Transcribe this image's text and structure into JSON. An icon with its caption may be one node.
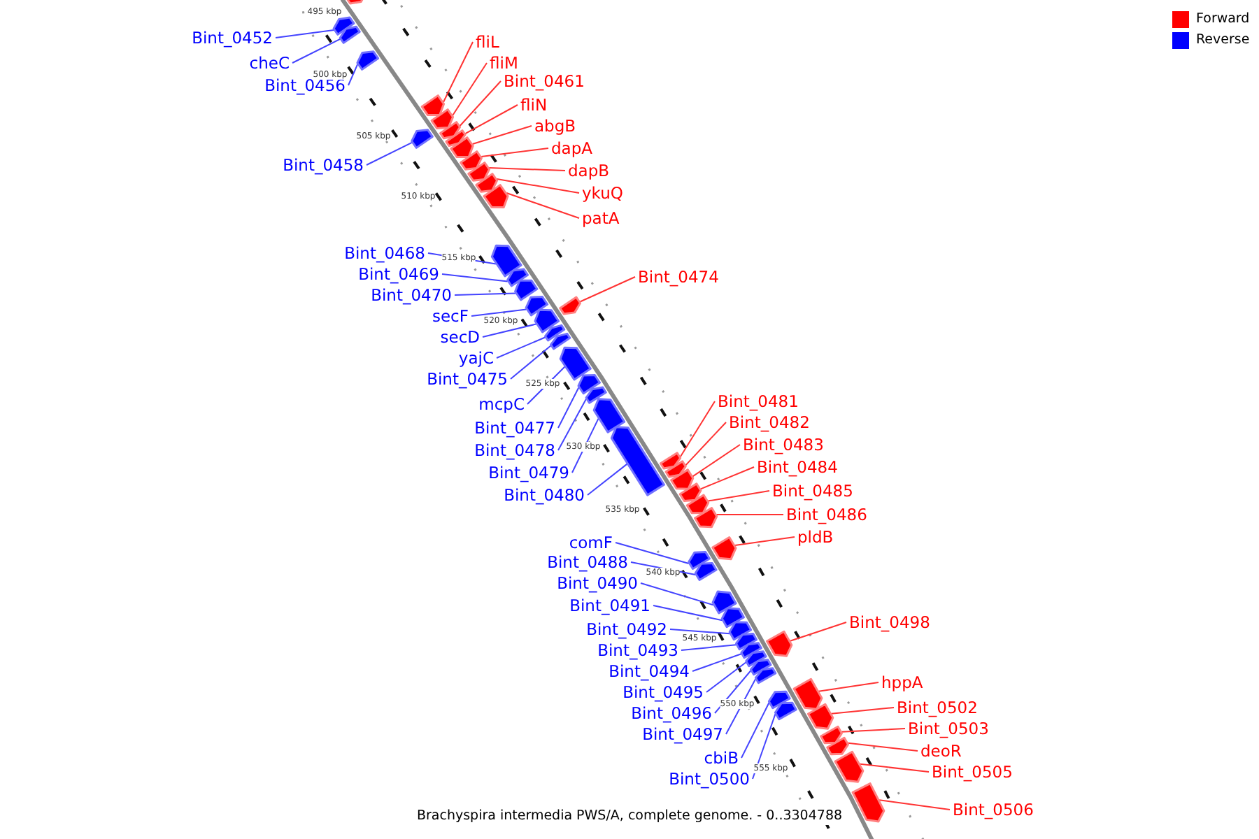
{
  "diagram": {
    "caption": "Brachyspira intermedia PWS/A, complete genome. - 0..3304788",
    "nodes": [
      {
        "text": [
          "Bint_0452"
        ]
      },
      {
        "text": [],
        "shape": "bar"
      },
      {
        "text": [
          "cheC"
        ]
      },
      {
        "text": [],
        "shape": "bar"
      },
      {
        "text": [
          "Bint_0456"
        ]
      },
      {
        "text": [],
        "shape": "bar"
      },
      {
        "text": [
          "Bint_0458"
        ]
      },
      {
        "text": [],
        "shape": "bar"
      },
      {
        "text": [
          "fliL"
        ]
      },
      {
        "text": [],
        "shape": "bar"
      },
      {
        "text": [
          "fliM"
        ]
      },
      {
        "text": [],
        "shape": "bar"
      },
      {
        "text": [
          "Bint_0461"
        ]
      },
      {
        "text": [],
        "shape": "bar"
      },
      {
        "text": [
          "fliN"
        ]
      },
      {
        "text": [],
        "shape": "bar"
      },
      {
        "text": [
          "abgB"
        ]
      },
      {
        "text": [],
        "shape": "bar"
      },
      {
        "text": [
          "dapA"
        ]
      },
      {
        "text": [],
        "shape": "bar"
      },
      {
        "text": [
          "dapB"
        ]
      },
      {
        "text": [],
        "shape": "bar"
      },
      {
        "text": [
          "ykuQ"
        ]
      },
      {
        "text": [],
        "shape": "bar"
      },
      {
        "text": [
          "patA"
        ]
      },
      {
        "text": [],
        "shape": "bar"
      },
      {
        "text": [
          "Bint_0468"
        ]
      },
      {
        "text": [],
        "shape": "bar"
      },
      {
        "text": [
          "Bint_0469"
        ]
      },
      {
        "text": [],
        "shape": "bar"
      },
      {
        "text": [
          "Bint_0470"
        ]
      },
      {
        "text": [],
        "shape": "bar"
      },
      {
        "text": [
          "secF"
        ]
      },
      {
        "text": [],
        "shape": "bar"
      },
      {
        "text": [
          "secD"
        ]
      },
      {
        "text": [],
        "shape": "bar"
      },
      {
        "text": [
          "yajC"
        ]
      },
      {
        "text": [],
        "shape": "bar"
      },
      {
        "text": [
          "Bint_0475"
        ]
      },
      {
        "text": [],
        "shape": "bar"
      },
      {
        "text": [
          "Bint_0474"
        ]
      },
      {
        "text": [],
        "shape": "bar"
      },
      {
        "text": [
          "mcpC"
        ]
      },
      {
        "text": [],
        "shape": "bar"
      },
      {
        "text": [
          "Bint_0477"
        ]
      },
      {
        "text": [],
        "shape": "bar"
      },
      {
        "text": [
          "Bint_0478"
        ]
      },
      {
        "text": [],
        "shape": "bar"
      },
      {
        "text": [
          "Bint_0479"
        ]
      },
      {
        "text": [],
        "shape": "bar"
      },
      {
        "text": [
          "Bint_0480"
        ]
      },
      {
        "text": [],
        "shape": "bar"
      },
      {
        "text": [
          "Bint_0481"
        ]
      },
      {
        "text": [],
        "shape": "bar"
      },
      {
        "text": [
          "Bint_0482"
        ]
      },
      {
        "text": [],
        "shape": "bar"
      },
      {
        "text": [
          "Bint_0483"
        ]
      },
      {
        "text": [],
        "shape": "bar"
      },
      {
        "text": [
          "Bint_0484"
        ]
      },
      {
        "text": [],
        "shape": "bar"
      },
      {
        "text": [
          "Bint_0485"
        ]
      },
      {
        "text": [],
        "shape": "bar"
      },
      {
        "text": [
          "Bint_0486"
        ]
      },
      {
        "text": [],
        "shape": "bar"
      },
      {
        "text": [
          "pldB"
        ]
      },
      {
        "text": [],
        "shape": "bar"
      },
      {
        "text": [
          "comF"
        ]
      },
      {
        "text": [],
        "shape": "bar"
      },
      {
        "text": [
          "Bint_0488"
        ]
      },
      {
        "text": [],
        "shape": "bar"
      },
      {
        "text": [
          "Bint_0490"
        ]
      },
      {
        "text": [],
        "shape": "bar"
      },
      {
        "text": [
          "Bint_0491"
        ]
      },
      {
        "text": [],
        "shape": "bar"
      },
      {
        "text": [
          "Bint_0492"
        ]
      },
      {
        "text": [],
        "shape": "bar"
      },
      {
        "text": [
          "Bint_0493"
        ]
      },
      {
        "text": [],
        "shape": "bar"
      },
      {
        "text": [
          "Bint_0494"
        ]
      },
      {
        "text": [],
        "shape": "bar"
      },
      {
        "text": [
          "Bint_0495"
        ]
      },
      {
        "text": [],
        "shape": "bar"
      },
      {
        "text": [
          "Bint_0496"
        ]
      },
      {
        "text": [],
        "shape": "bar"
      },
      {
        "text": [
          "Bint_0497"
        ]
      },
      {
        "text": [],
        "shape": "bar"
      },
      {
        "text": [
          "Bint_0498"
        ]
      },
      {
        "text": [],
        "shape": "bar"
      },
      {
        "text": [
          "cbiB"
        ]
      },
      {
        "text": [],
        "shape": "bar"
      },
      {
        "text": [
          "Bint_0500"
        ]
      },
      {
        "text": [],
        "shape": "bar"
      },
      {
        "text": [
          "hppA"
        ]
      },
      {
        "text": [],
        "shape": "bar"
      },
      {
        "text": [
          "Bint_0502"
        ]
      },
      {
        "text": [],
        "shape": "bar"
      },
      {
        "text": [
          "Bint_0503"
        ]
      },
      {
        "text": [],
        "shape": "bar"
      },
      {
        "text": [
          "deoR"
        ]
      },
      {
        "text": [],
        "shape": "bar"
      },
      {
        "text": [
          "Bint_0505"
        ]
      },
      {
        "text": [],
        "shape": "bar"
      },
      {
        "text": [
          "Bint_0506"
        ]
      },
      {
        "text": [],
        "shape": "bar"
      },
      {
        "text": [],
        "shape": "bar"
      }
    ],
    "edges": [
      {
        "from": 0,
        "to": 1,
        "arrow": "none"
      },
      {
        "from": 2,
        "to": 3,
        "arrow": "none"
      },
      {
        "from": 4,
        "to": 5,
        "arrow": "none"
      },
      {
        "from": 6,
        "to": 7,
        "arrow": "none"
      },
      {
        "from": 8,
        "to": 9,
        "arrow": "none",
        "color": "#ff3333"
      },
      {
        "from": 10,
        "to": 11,
        "arrow": "none",
        "color": "#ff3333"
      },
      {
        "from": 12,
        "to": 13,
        "arrow": "none",
        "color": "#ff3333"
      },
      {
        "from": 14,
        "to": 15,
        "arrow": "none",
        "color": "#ff3333"
      },
      {
        "from": 16,
        "to": 17,
        "arrow": "none",
        "color": "#ff3333"
      },
      {
        "from": 18,
        "to": 19,
        "arrow": "none",
        "color": "#ff3333"
      },
      {
        "from": 20,
        "to": 21,
        "arrow": "none",
        "color": "#ff3333"
      },
      {
        "from": 22,
        "to": 23,
        "arrow": "none",
        "color": "#ff3333"
      },
      {
        "from": 24,
        "to": 25,
        "arrow": "none",
        "color": "#ff3333"
      },
      {
        "from": 26,
        "to": 27,
        "arrow": "none"
      },
      {
        "from": 28,
        "to": 29,
        "arrow": "none"
      },
      {
        "from": 30,
        "to": 31,
        "arrow": "none"
      },
      {
        "from": 32,
        "to": 33,
        "arrow": "none"
      },
      {
        "from": 34,
        "to": 35,
        "arrow": "none"
      },
      {
        "from": 36,
        "to": 37,
        "arrow": "none"
      },
      {
        "from": 38,
        "to": 39,
        "arrow": "none"
      },
      {
        "from": 40,
        "to": 41,
        "arrow": "none",
        "color": "#ff3333"
      },
      {
        "from": 42,
        "to": 43,
        "arrow": "none"
      },
      {
        "from": 44,
        "to": 45,
        "arrow": "none"
      },
      {
        "from": 46,
        "to": 47,
        "arrow": "none"
      },
      {
        "from": 48,
        "to": 49,
        "arrow": "none"
      },
      {
        "from": 50,
        "to": 51,
        "arrow": "none"
      },
      {
        "from": 52,
        "to": 53,
        "arrow": "none",
        "color": "#ff3333"
      },
      {
        "from": 54,
        "to": 55,
        "arrow": "none",
        "color": "#ff3333"
      },
      {
        "from": 56,
        "to": 57,
        "arrow": "none",
        "color": "#ff3333"
      },
      {
        "from": 58,
        "to": 59,
        "arrow": "none",
        "color": "#ff3333"
      },
      {
        "from": 60,
        "to": 61,
        "arrow": "none",
        "color": "#ff3333"
      },
      {
        "from": 62,
        "to": 63,
        "arrow": "none",
        "color": "#ff3333"
      },
      {
        "from": 64,
        "to": 65,
        "arrow": "none",
        "color": "#ff3333"
      },
      {
        "from": 66,
        "to": 67,
        "arrow": "none"
      },
      {
        "from": 68,
        "to": 69,
        "arrow": "none"
      },
      {
        "from": 70,
        "to": 71,
        "arrow": "none"
      },
      {
        "from": 72,
        "to": 73,
        "arrow": "none"
      },
      {
        "from": 74,
        "to": 75,
        "arrow": "none"
      },
      {
        "from": 76,
        "to": 77,
        "arrow": "none"
      },
      {
        "from": 78,
        "to": 79,
        "arrow": "none"
      },
      {
        "from": 80,
        "to": 81,
        "arrow": "none"
      },
      {
        "from": 82,
        "to": 83,
        "arrow": "none"
      },
      {
        "from": 84,
        "to": 85,
        "arrow": "none"
      },
      {
        "from": 86,
        "to": 87,
        "arrow": "none",
        "color": "#ff3333"
      },
      {
        "from": 88,
        "to": 89,
        "arrow": "none"
      },
      {
        "from": 90,
        "to": 91,
        "arrow": "none"
      },
      {
        "from": 92,
        "to": 93,
        "arrow": "none",
        "color": "#ff3333"
      },
      {
        "from": 94,
        "to": 95,
        "arrow": "none",
        "color": "#ff3333"
      },
      {
        "from": 96,
        "to": 97,
        "arrow": "none",
        "color": "#ff3333"
      },
      {
        "from": 98,
        "to": 99,
        "arrow": "none",
        "color": "#ff3333"
      },
      {
        "from": 100,
        "to": 101,
        "arrow": "none",
        "color": "#ff3333"
      },
      {
        "from": 102,
        "to": 103,
        "arrow": "none",
        "color": "#ff3333"
      }
    ],
    "labels": [
      "495 kbp",
      "500 kbp",
      "505 kbp",
      "510 kbp",
      "515 kbp",
      "520 kbp",
      "525 kbp",
      "530 kbp",
      "535 kbp",
      "540 kbp",
      "545 kbp",
      "550 kbp",
      "555 kbp"
    ],
    "legend": [
      {
        "text": "Forward",
        "color": "#ff0000"
      },
      {
        "text": "Reverse",
        "color": "#0000ff"
      }
    ]
  }
}
